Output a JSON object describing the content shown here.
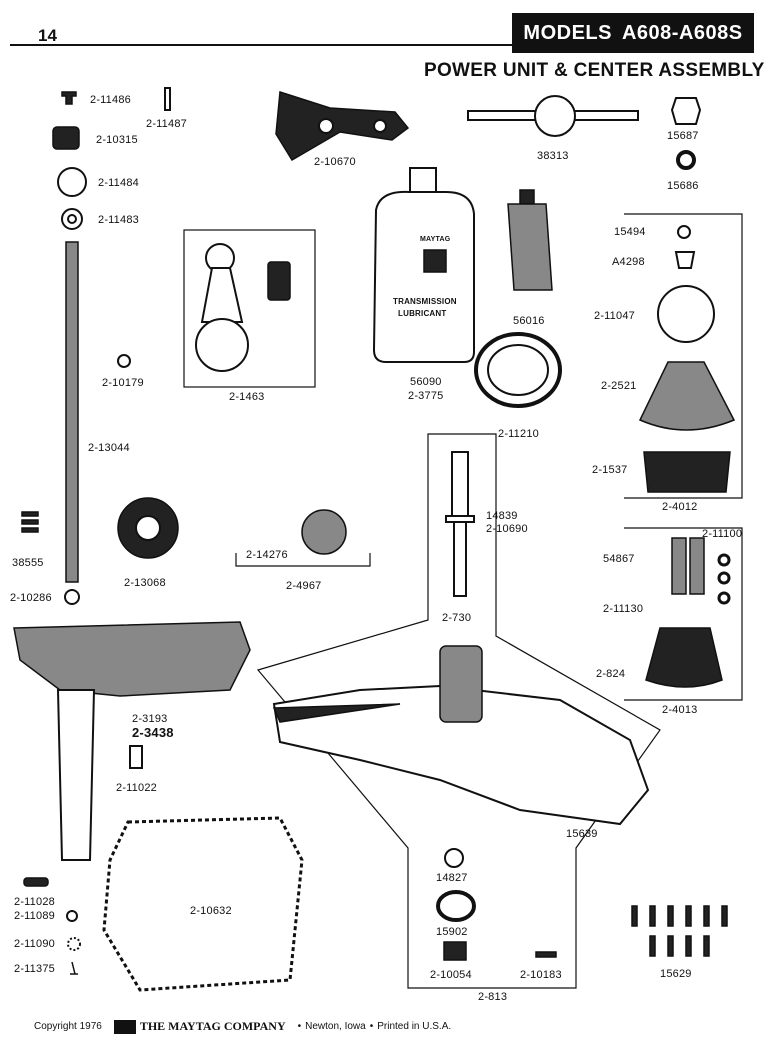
{
  "page_number": "14",
  "header": {
    "models_label": "MODELS",
    "models_value": "A608-A608S",
    "title": "POWER UNIT & CENTER ASSEMBLY"
  },
  "product_labels": {
    "bottle_brand": "MAYTAG",
    "bottle_line1": "TRANSMISSION",
    "bottle_line2": "LUBRICANT"
  },
  "parts": {
    "p1": "2-11486",
    "p2": "2-11487",
    "p3": "2-10315",
    "p4": "2-11484",
    "p5": "2-11483",
    "p6": "2-10670",
    "p7": "38313",
    "p8": "15687",
    "p9": "15686",
    "p10": "15494",
    "p11": "A4298",
    "p12": "2-11047",
    "p13": "2-2521",
    "p14": "2-1537",
    "p15": "2-4012",
    "p16": "56016",
    "p17": "56090",
    "p18": "2-3775",
    "p19": "2-11210",
    "p20": "2-1463",
    "p21": "2-10179",
    "p22": "2-13044",
    "p23": "38555",
    "p24": "2-10286",
    "p25": "2-13068",
    "p26": "2-14276",
    "p27": "2-4967",
    "p28": "14839",
    "p29": "2-10690",
    "p30": "2-730",
    "p31": "2-11100",
    "p32": "54867",
    "p33": "2-11130",
    "p34": "2-824",
    "p35": "2-4013",
    "p36": "2-3193",
    "p37": "2-3438",
    "p38": "2-11022",
    "p39": "15639",
    "p40": "2-10632",
    "p41": "2-11028",
    "p42": "2-11089",
    "p43": "2-11090",
    "p44": "2-11375",
    "p45": "14827",
    "p46": "15902",
    "p47": "2-10054",
    "p48": "2-10183",
    "p49": "2-813",
    "p50": "15629"
  },
  "footer": {
    "copyright": "Copyright 1976",
    "company": "THE MAYTAG COMPANY",
    "location": "Newton, Iowa",
    "printed": "Printed in U.S.A."
  }
}
